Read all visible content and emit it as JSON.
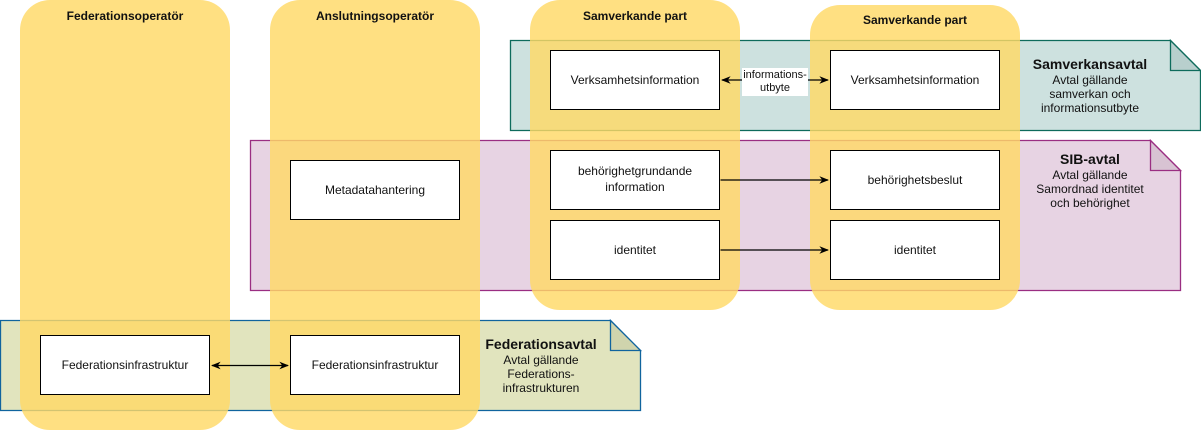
{
  "colors": {
    "column_fill": "#FFD966",
    "samverkan_fill": "#CDE1DF",
    "samverkan_border": "#0E6B5C",
    "sib_fill": "#E7D3E3",
    "sib_border": "#9A2E82",
    "federation_fill": "#E1E4BE",
    "federation_border": "#10649E"
  },
  "columns": [
    {
      "title": "Federationsoperatör"
    },
    {
      "title": "Anslutningsoperatör"
    },
    {
      "title": "Samverkande part"
    },
    {
      "title": "Samverkande part"
    }
  ],
  "agreements": {
    "samverkan": {
      "title": "Samverkansavtal",
      "lines": [
        "Avtal gällande",
        "samverkan och",
        "informationsutbyte"
      ]
    },
    "sib": {
      "title": "SIB-avtal",
      "lines": [
        "Avtal gällande",
        "Samordnad identitet",
        "och behörighet"
      ]
    },
    "federation": {
      "title": "Federationsavtal",
      "lines": [
        "Avtal gällande",
        "Federations-",
        "infrastrukturen"
      ]
    }
  },
  "boxes": {
    "verksamhet_left": {
      "lines": [
        "Verksamhetsinformation"
      ]
    },
    "verksamhet_right": {
      "lines": [
        "Verksamhetsinformation"
      ]
    },
    "metadata": {
      "lines": [
        "Metadatahantering"
      ]
    },
    "behorighet_grund": {
      "lines": [
        "behörighetgrundande",
        "information"
      ]
    },
    "identitet_left": {
      "lines": [
        "identitet"
      ]
    },
    "behorighetsbeslut": {
      "lines": [
        "behörighetsbeslut"
      ]
    },
    "identitet_right": {
      "lines": [
        "identitet"
      ]
    },
    "fed_infra_left": {
      "lines": [
        "Federationsinfrastruktur"
      ]
    },
    "fed_infra_right": {
      "lines": [
        "Federationsinfrastruktur"
      ]
    }
  },
  "connectors": {
    "info_exchange": {
      "lines": [
        "informations-",
        "utbyte"
      ],
      "direction": "both"
    },
    "behorighet": {
      "direction": "forward"
    },
    "identitet": {
      "direction": "forward"
    },
    "federation": {
      "direction": "both"
    }
  }
}
